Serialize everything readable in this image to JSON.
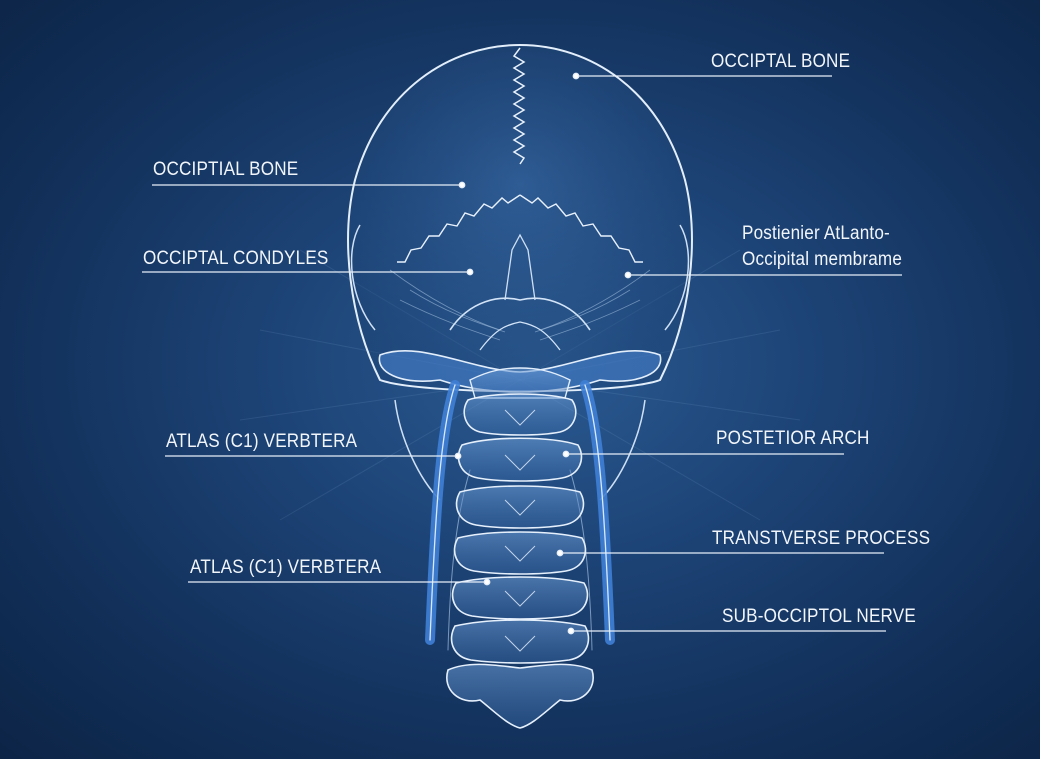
{
  "labels": {
    "occipital_bone_right": "OCCIPTAL BONE",
    "occipital_bone_left": "OCCIPTIAL BONE",
    "occipital_condyles": "OCCIPTAL CONDYLES",
    "membrane_line1": "Postienier AtLanto-",
    "membrane_line2": "Occipital membrame",
    "atlas_upper": "ATLAS (C1) VERBTERA",
    "posterior_arch": "POSTETIOR ARCH",
    "transverse_process": "TRANSTVERSE PROCESS",
    "atlas_lower": "ATLAS (C1) VERBTERA",
    "suboccipital_nerve": "SUB-OCCIPTOL NERVE"
  },
  "colors": {
    "background": "#1c4274",
    "bone_line": "#dce9f8",
    "muscle_blue": "#3f7fd6",
    "leader_line": "#e6eef8"
  }
}
